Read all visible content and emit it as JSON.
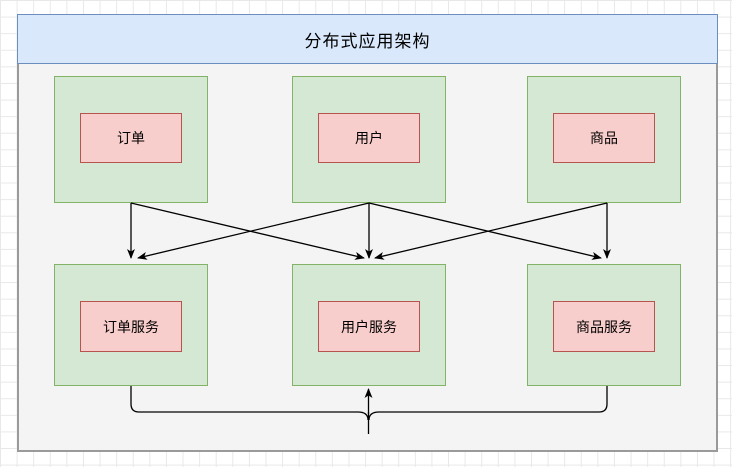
{
  "diagram": {
    "title": "分布式应用架构",
    "colors": {
      "title_bar_fill": "#dae8fc",
      "title_bar_border": "#6c8ebf",
      "group_fill": "#d5e8d4",
      "group_border": "#82b366",
      "node_fill": "#f8cecc",
      "node_border": "#b85450",
      "container_fill": "#f4f4f4",
      "container_border": "#9a9a9a",
      "edge_stroke": "#000000",
      "grid_line": "#e8e8e8"
    },
    "top_row": [
      {
        "label": "订单"
      },
      {
        "label": "用户"
      },
      {
        "label": "商品"
      }
    ],
    "bottom_row": [
      {
        "label": "订单服务"
      },
      {
        "label": "用户服务"
      },
      {
        "label": "商品服务"
      }
    ],
    "edges": [
      {
        "from": "订单",
        "to": "订单服务",
        "kind": "arrow-down"
      },
      {
        "from": "订单",
        "to": "用户服务",
        "kind": "arrow-diagonal"
      },
      {
        "from": "用户",
        "to": "订单服务",
        "kind": "arrow-diagonal"
      },
      {
        "from": "用户",
        "to": "用户服务",
        "kind": "arrow-down"
      },
      {
        "from": "用户",
        "to": "商品服务",
        "kind": "arrow-diagonal"
      },
      {
        "from": "商品",
        "to": "用户服务",
        "kind": "arrow-diagonal"
      },
      {
        "from": "商品",
        "to": "商品服务",
        "kind": "arrow-down"
      },
      {
        "from": "订单服务",
        "to": "用户服务",
        "kind": "brace-arrow-up"
      },
      {
        "from": "商品服务",
        "to": "用户服务",
        "kind": "brace-arrow-up"
      }
    ]
  }
}
